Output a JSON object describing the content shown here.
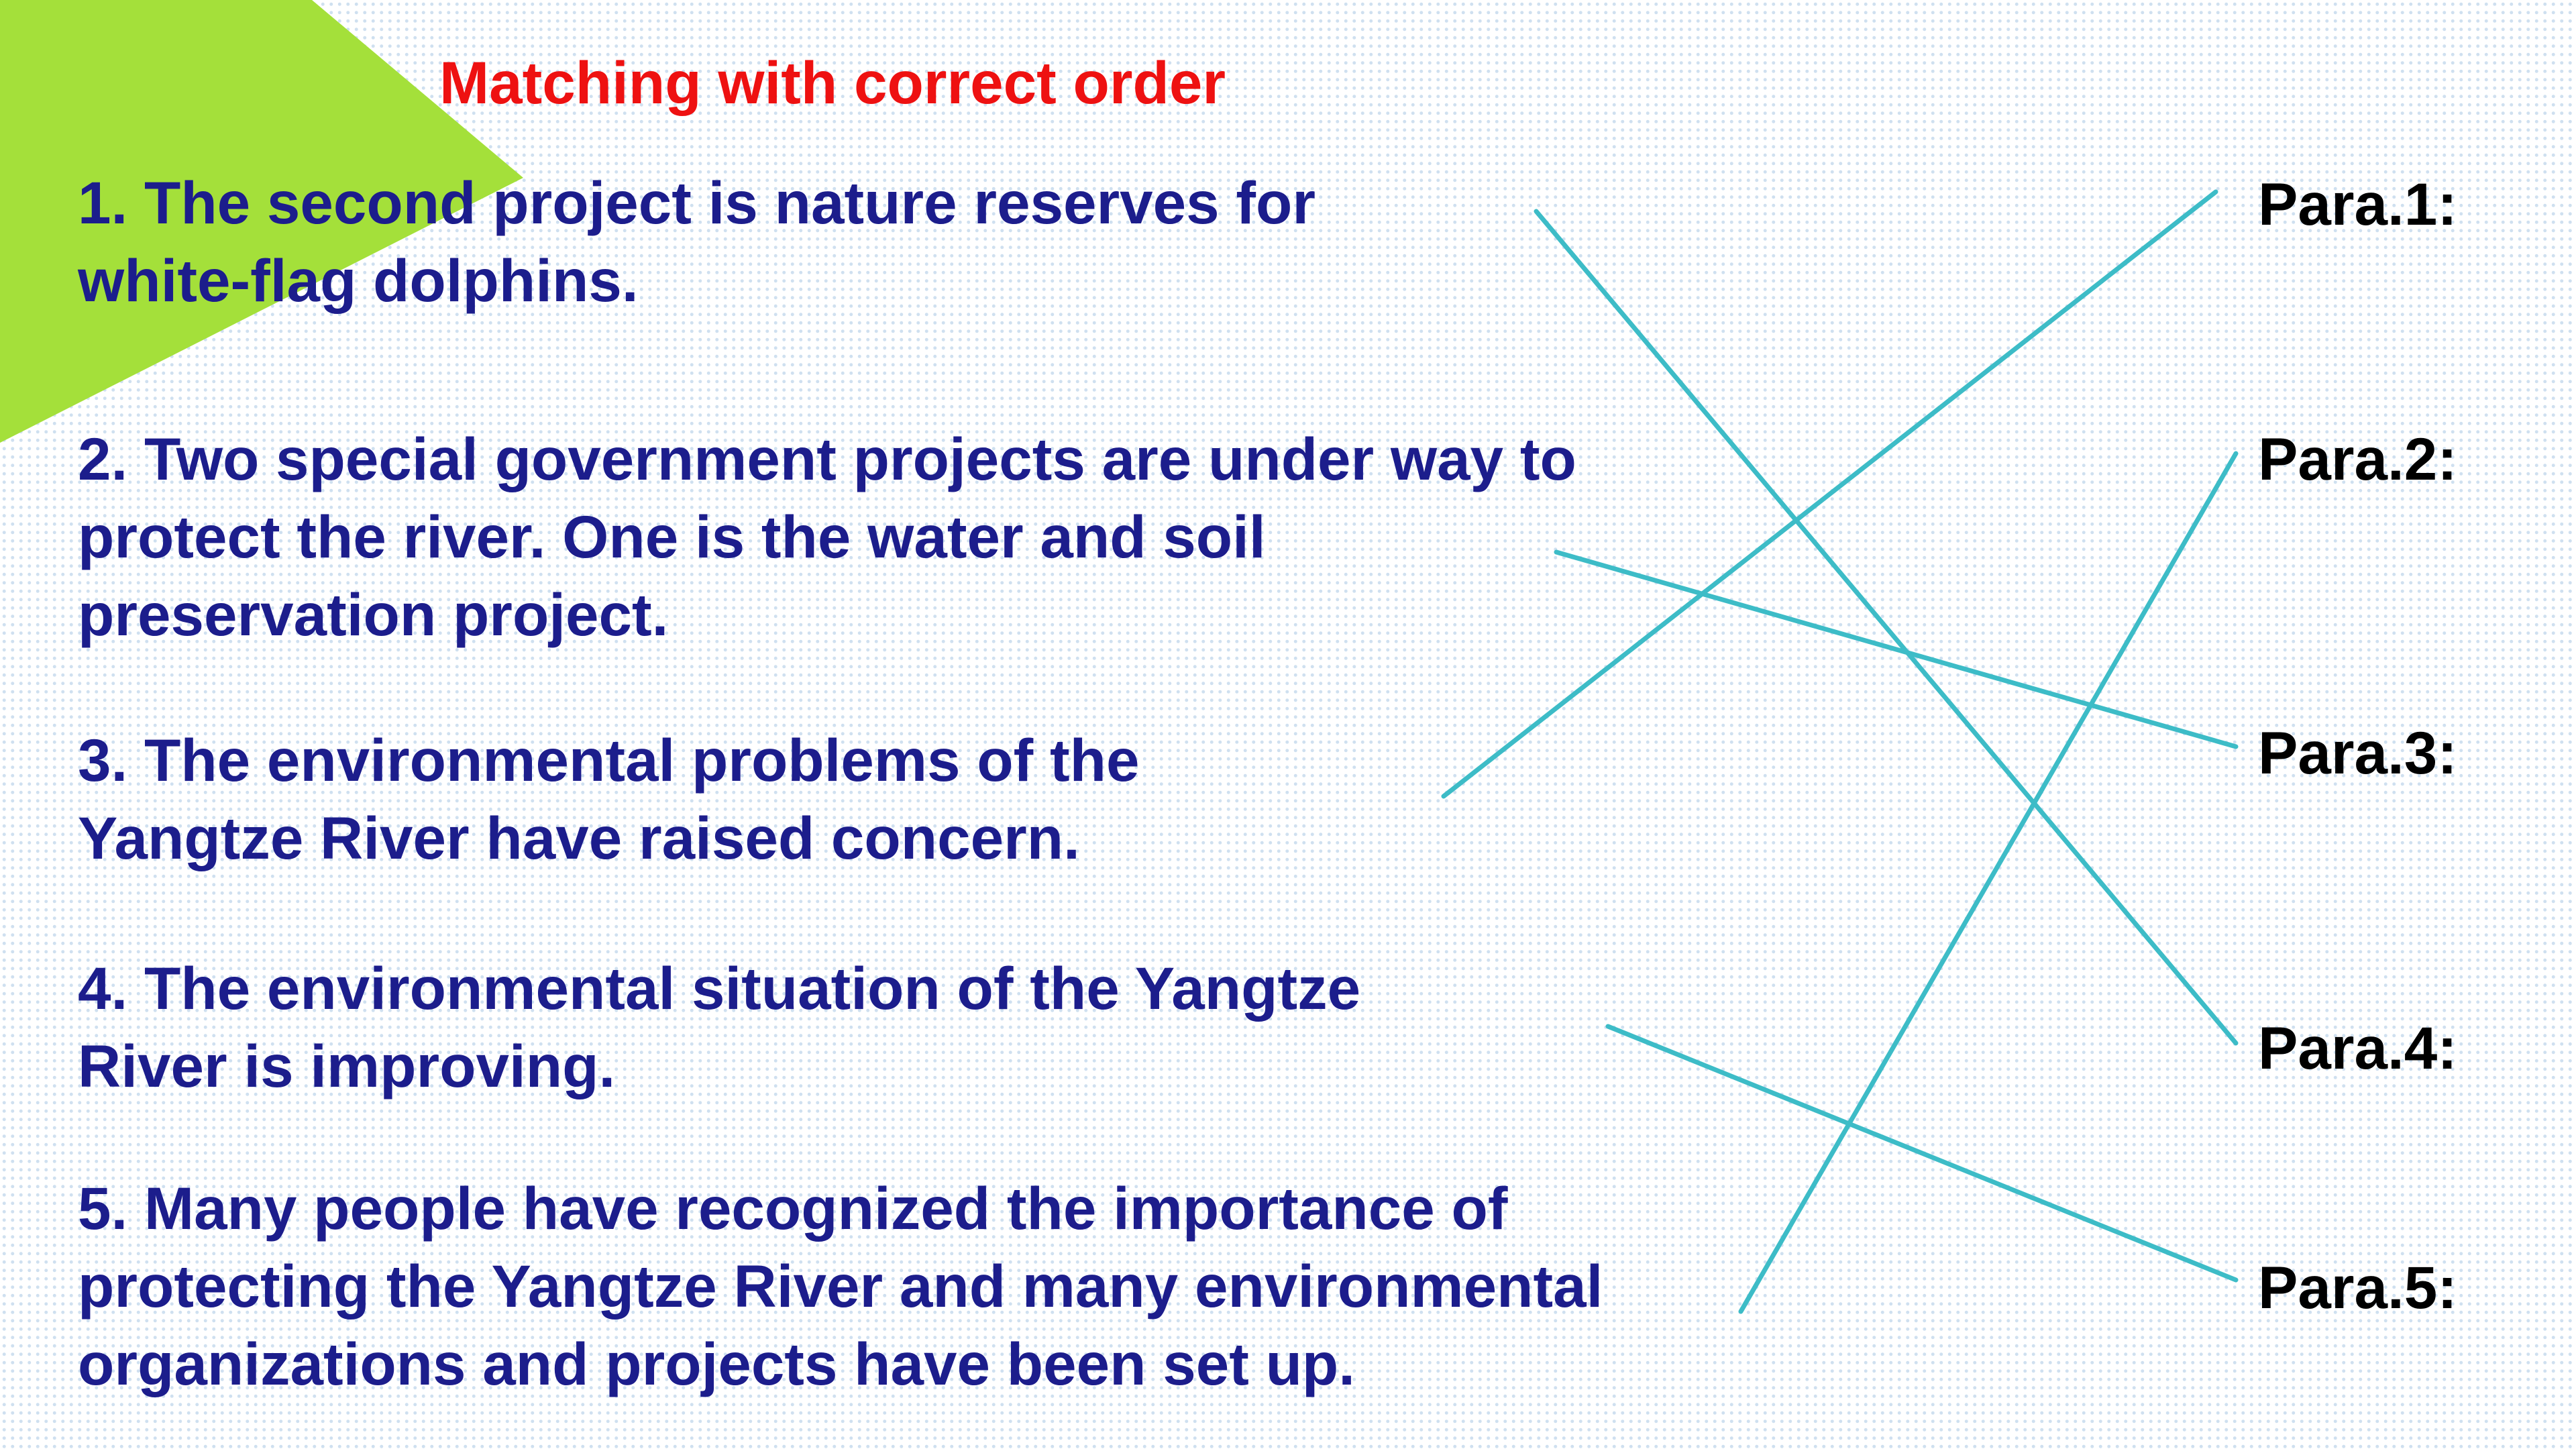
{
  "title": "Matching with correct order",
  "sentences": [
    "1. The second project is nature reserves for\nwhite-flag dolphins.",
    "2. Two special government projects are under way to\nprotect the river. One is the water and soil\npreservation project.",
    "3. The environmental problems of the\nYangtze River have raised concern.",
    "4. The environmental situation of the Yangtze\nRiver is improving.",
    "5. Many people have recognized the importance of\nprotecting the Yangtze River and many environmental\norganizations and projects have been set up."
  ],
  "paragraphs": [
    "Para.1:",
    "Para.2:",
    "Para.3:",
    "Para.4:",
    "Para.5:"
  ],
  "matches": [
    {
      "sentence": 3,
      "paragraph": 1
    },
    {
      "sentence": 5,
      "paragraph": 2
    },
    {
      "sentence": 2,
      "paragraph": 3
    },
    {
      "sentence": 1,
      "paragraph": 4
    },
    {
      "sentence": 4,
      "paragraph": 5
    }
  ],
  "colors": {
    "title": "#ee1111",
    "sentence_text": "#1c1d8c",
    "paragraph_text": "#000000",
    "match_line": "#3dbcc7",
    "corner_triangle": "#a4e03a"
  }
}
